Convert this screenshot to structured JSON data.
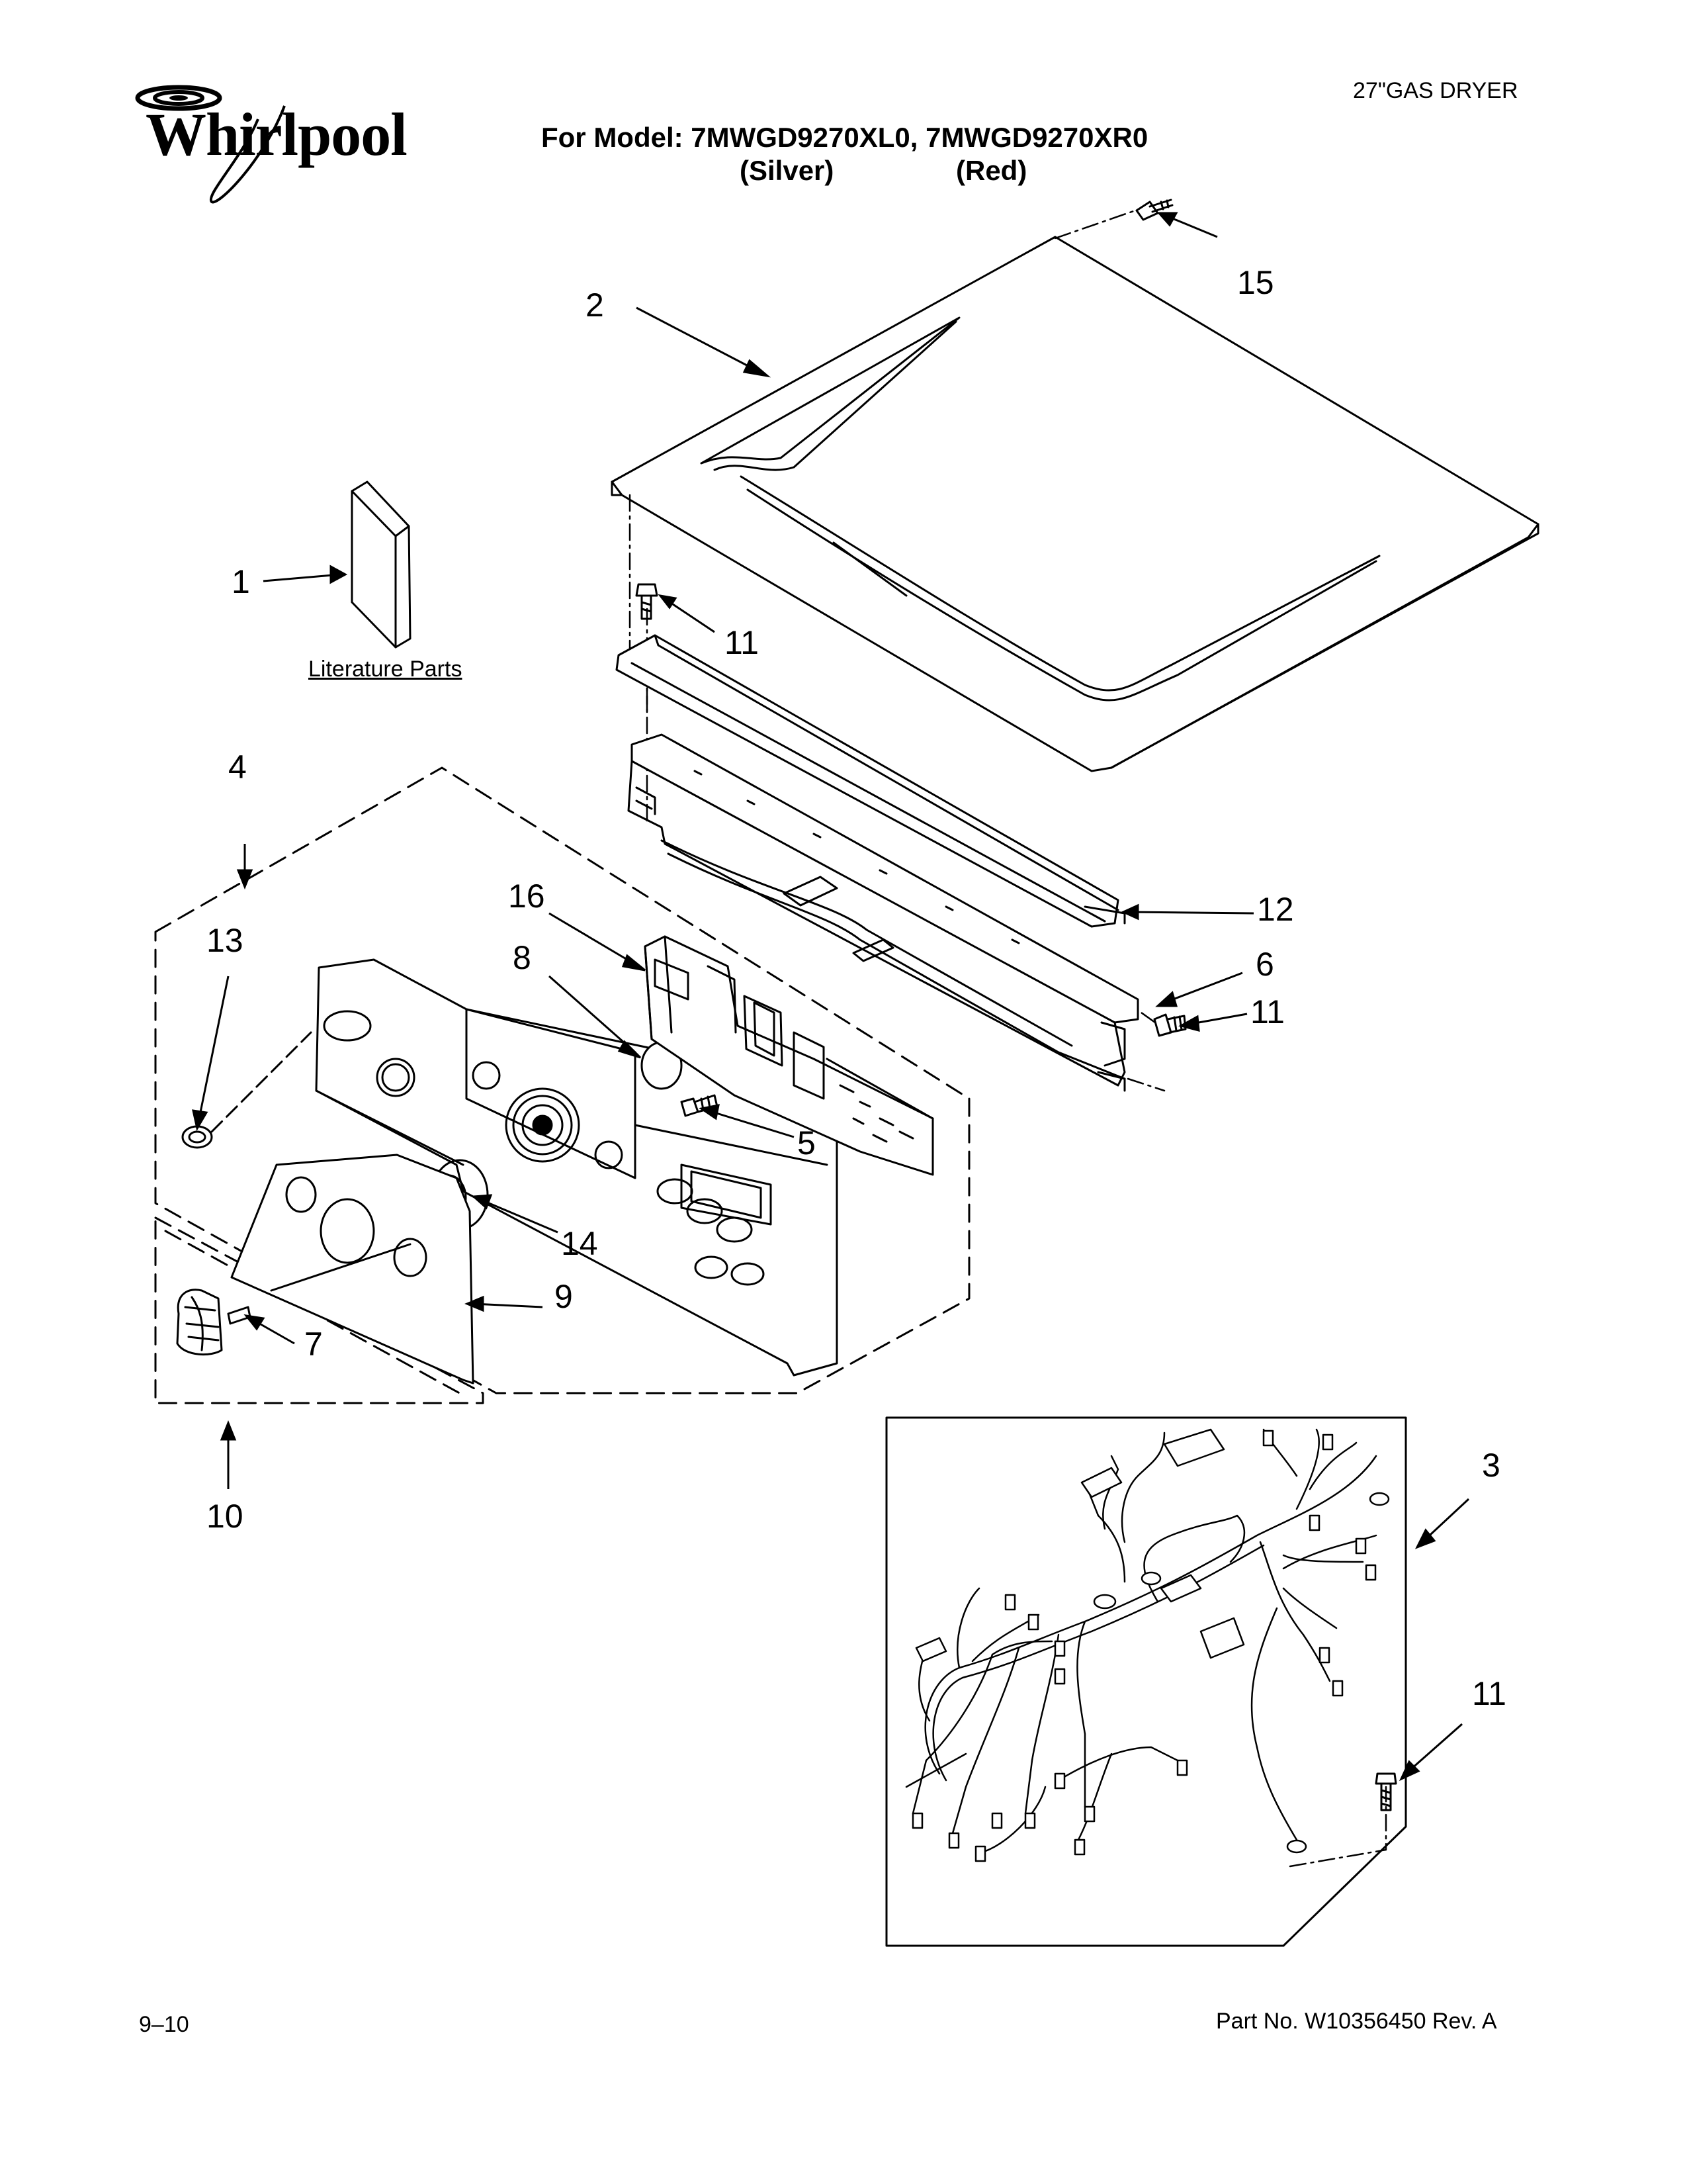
{
  "header": {
    "brand": "Whirlpool",
    "product": "27\"GAS DRYER",
    "model_prefix": "For Model: 7MWGD9270XL0, 7MWGD9270XR0",
    "model_silver": "(Silver)",
    "model_red": "(Red)"
  },
  "footer": {
    "page": "9–10",
    "part_number": "Part No. W10356450 Rev. A"
  },
  "literature_label": "Literature Parts",
  "callouts": [
    {
      "id": "c1",
      "text": "1"
    },
    {
      "id": "c2",
      "text": "2"
    },
    {
      "id": "c3",
      "text": "3"
    },
    {
      "id": "c4",
      "text": "4"
    },
    {
      "id": "c5",
      "text": "5"
    },
    {
      "id": "c6",
      "text": "6"
    },
    {
      "id": "c7",
      "text": "7"
    },
    {
      "id": "c8",
      "text": "8"
    },
    {
      "id": "c9",
      "text": "9"
    },
    {
      "id": "c10",
      "text": "10"
    },
    {
      "id": "c11a",
      "text": "11"
    },
    {
      "id": "c11b",
      "text": "11"
    },
    {
      "id": "c11c",
      "text": "11"
    },
    {
      "id": "c12",
      "text": "12"
    },
    {
      "id": "c13",
      "text": "13"
    },
    {
      "id": "c14",
      "text": "14"
    },
    {
      "id": "c15",
      "text": "15"
    },
    {
      "id": "c16",
      "text": "16"
    }
  ],
  "colors": {
    "ink": "#000000",
    "paper": "#ffffff",
    "panel_fill": "#f2f2f2"
  }
}
